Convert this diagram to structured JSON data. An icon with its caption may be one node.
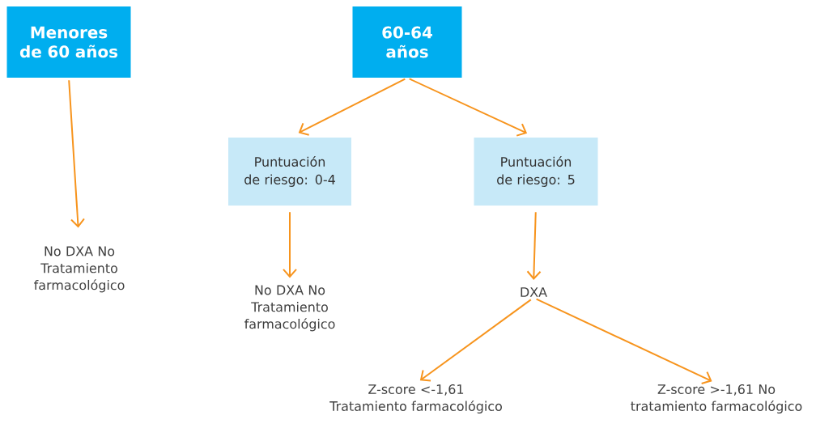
{
  "diagram": {
    "nodes": [
      {
        "text": [
          "Menores de 60 años"
        ]
      },
      {
        "text": [
          "60-64 años"
        ]
      },
      {
        "text": [
          "Puntuación de riesgo: 0-4"
        ]
      },
      {
        "text": [
          "Puntuación de riesgo: 5"
        ]
      },
      {
        "text": [
          "No DXA No Tratamiento farmacológico"
        ]
      },
      {
        "text": [
          "No DXA No Tratamiento farmacológico"
        ]
      },
      {
        "text": [
          "DXA"
        ]
      },
      {
        "text": [
          "Z-score <-1,61 Tratamiento farmacológico"
        ]
      },
      {
        "text": [
          "Z-score >-1,61 No tratamiento farmacológico"
        ]
      }
    ],
    "edges": [
      {
        "from": 0,
        "to": 4,
        "arrow": "to"
      },
      {
        "from": 1,
        "to": 2,
        "arrow": "to"
      },
      {
        "from": 1,
        "to": 3,
        "arrow": "to"
      },
      {
        "from": 2,
        "to": 5,
        "arrow": "to"
      },
      {
        "from": 3,
        "to": 6,
        "arrow": "to"
      },
      {
        "from": 6,
        "to": 7,
        "arrow": "to"
      },
      {
        "from": 6,
        "to": 8,
        "arrow": "to"
      }
    ]
  }
}
